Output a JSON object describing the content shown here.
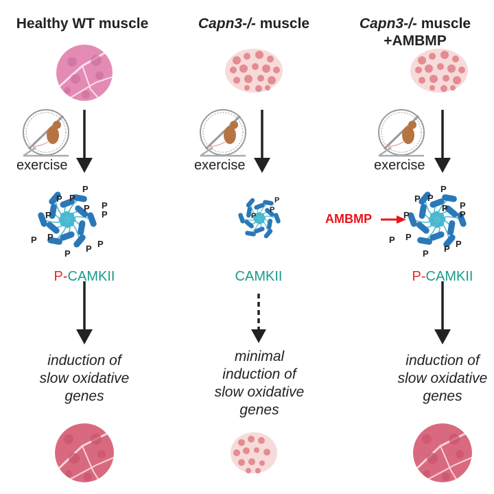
{
  "columns": [
    {
      "title_italic": "",
      "title_plain": "Healthy WT muscle",
      "title_line2": "",
      "top_tissue": "healthy-muscle-section",
      "exercise_label": "exercise",
      "kinase_prefix": "P-",
      "kinase_name": "CAMKII",
      "phospho_label": "P",
      "phospho_level": "high",
      "arrow_style": "solid",
      "outcome_lines": [
        "induction of",
        "slow oxidative",
        "genes"
      ],
      "bottom_tissue": "oxidative-muscle-section"
    },
    {
      "title_italic": "Capn3-/-",
      "title_plain": " muscle",
      "title_line2": "",
      "top_tissue": "dystrophic-muscle-section",
      "exercise_label": "exercise",
      "kinase_prefix": "",
      "kinase_name": "CAMKII",
      "phospho_label": "P",
      "phospho_level": "low",
      "arrow_style": "dashed",
      "outcome_lines": [
        "minimal",
        "induction of",
        "slow oxidative",
        "genes"
      ],
      "bottom_tissue": "dystrophic-muscle-section"
    },
    {
      "title_italic": "Capn3-/-",
      "title_plain": " muscle",
      "title_line2": "+AMBMP",
      "top_tissue": "dystrophic-muscle-section",
      "exercise_label": "exercise",
      "kinase_prefix": "P-",
      "kinase_name": "CAMKII",
      "phospho_label": "P",
      "phospho_level": "high",
      "arrow_style": "solid",
      "outcome_lines": [
        "induction of",
        "slow oxidative",
        "genes"
      ],
      "bottom_tissue": "oxidative-muscle-section"
    }
  ],
  "treatment_label": "AMBMP",
  "colors": {
    "phospho_red": "#e8262b",
    "camkii_teal": "#1a9a8a",
    "treatment_red": "#e8141b",
    "protein_blue": "#2a78b8",
    "protein_core": "#4ab8d0",
    "arrow": "#222222",
    "healthy_tissue": "#e48bb4",
    "oxidative_tissue": "#d9697f",
    "dystrophic_tissue": "#e6979b"
  }
}
